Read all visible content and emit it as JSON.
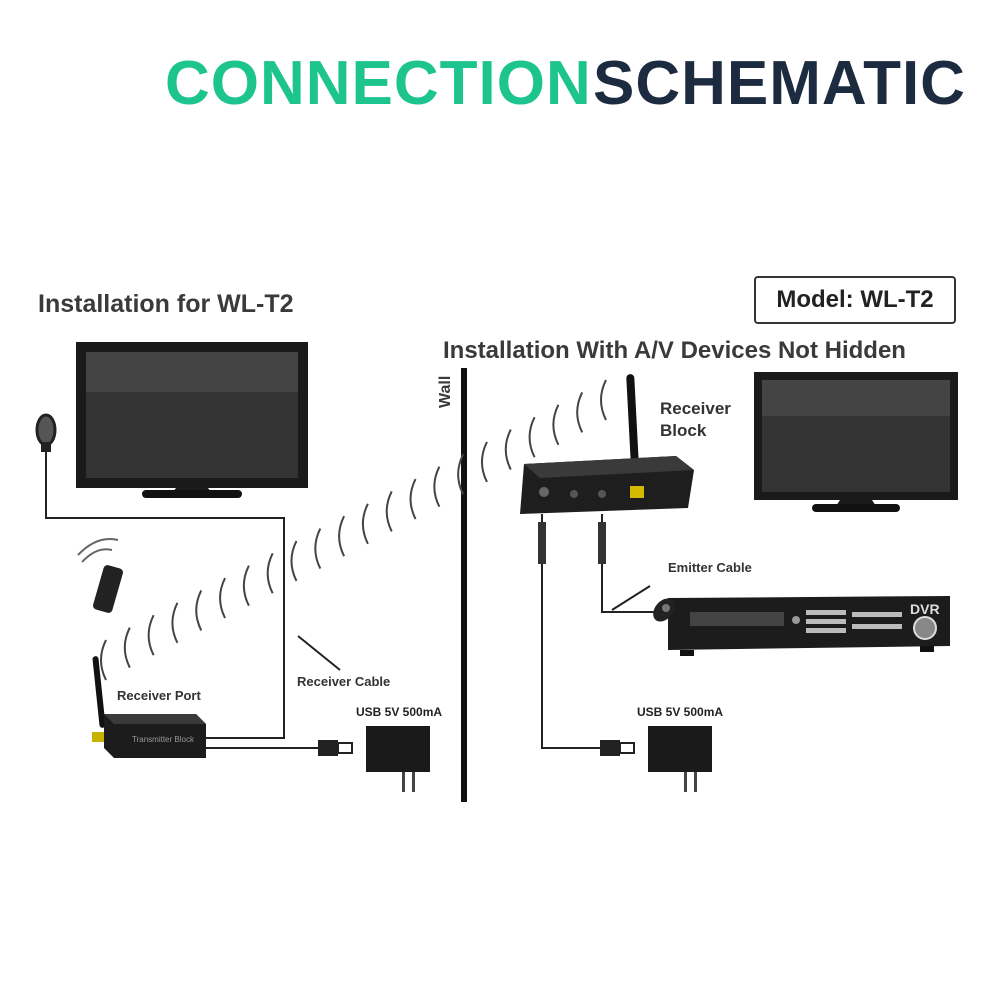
{
  "title": {
    "part1": "CONNECTION",
    "part2": "SCHEMATIC",
    "color1": "#1dc48e",
    "color2": "#1c2b40"
  },
  "left_heading": "Installation for WL-T2",
  "model_label": "Model: WL-T2",
  "right_heading": "Installation With A/V Devices Not Hidden",
  "wall_label": "Wall",
  "receiver_block_label": [
    "Receiver",
    "Block"
  ],
  "emitter_cable_label": "Emitter Cable",
  "receiver_port_label": "Receiver Port",
  "receiver_cable_label": "Receiver Cable",
  "usb_label_left": "USB 5V 500mA",
  "usb_label_right": "USB 5V 500mA",
  "dvr_label": "DVR",
  "transmitter_text": "Transmitter Block"
}
